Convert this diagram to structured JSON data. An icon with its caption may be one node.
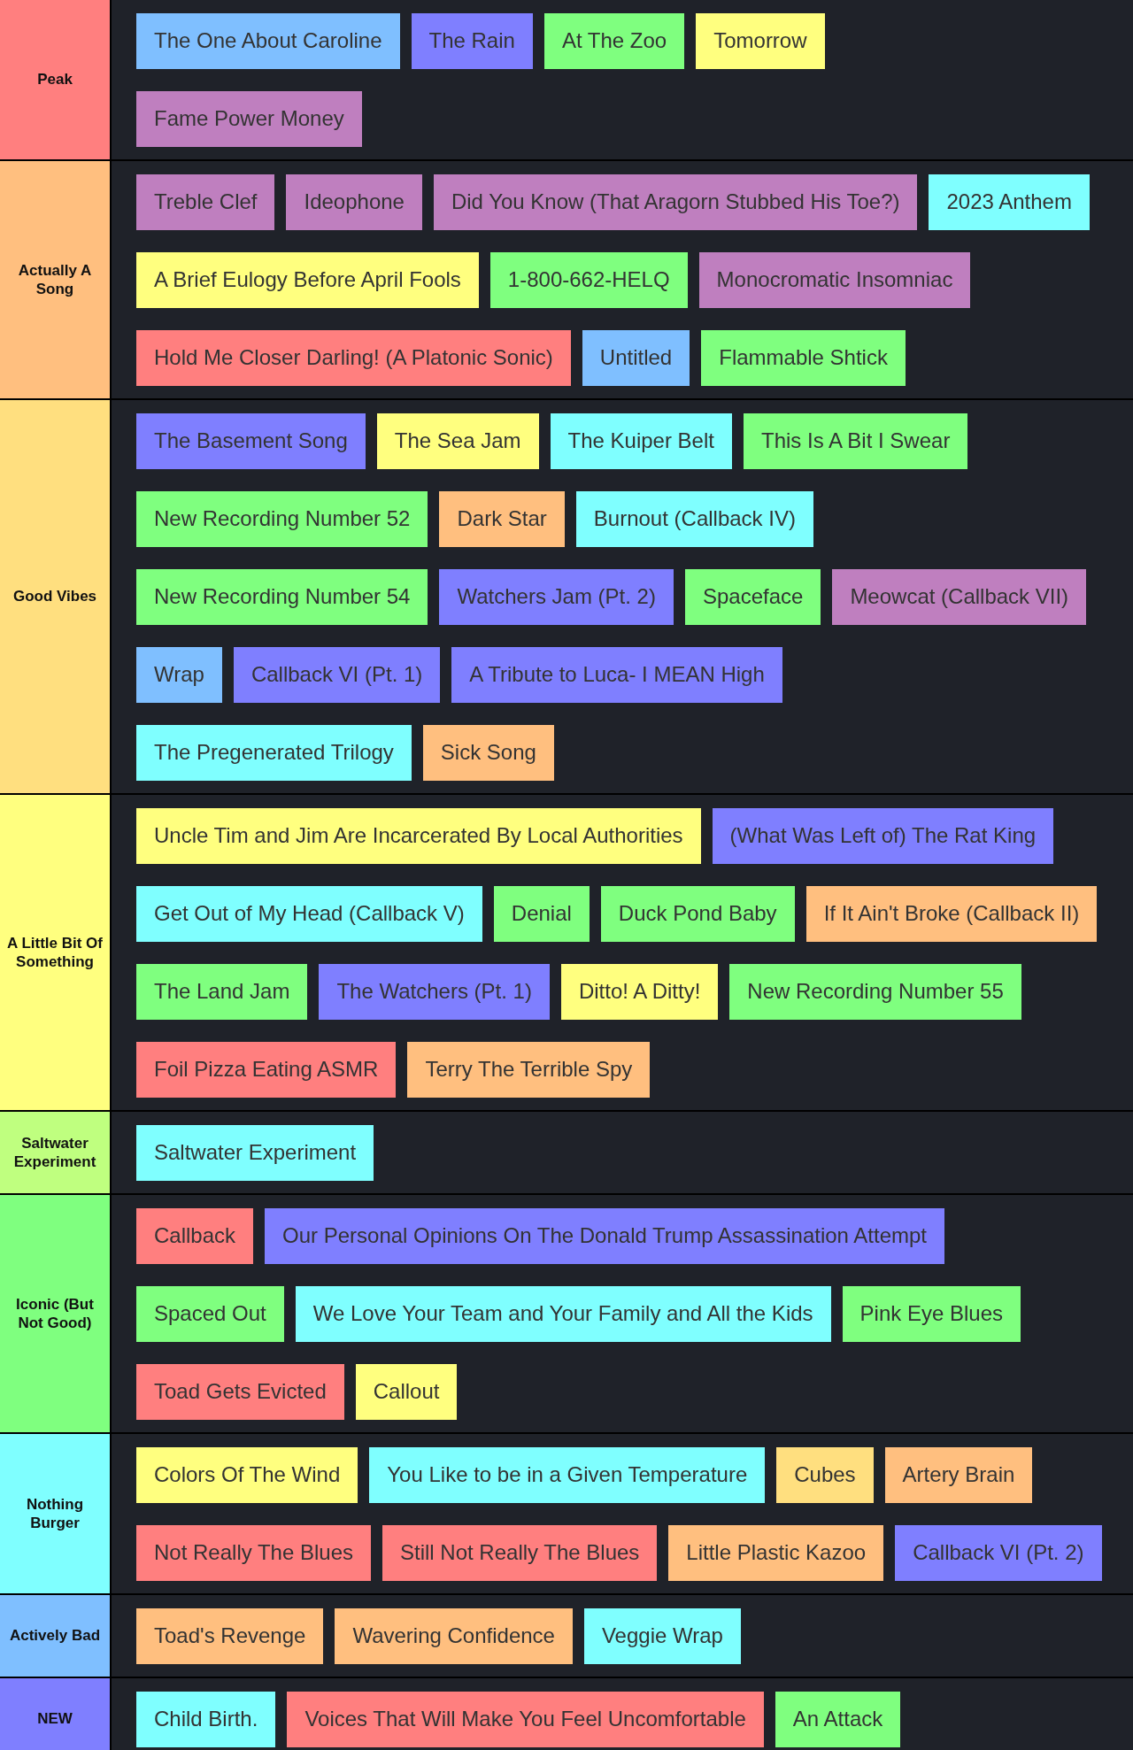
{
  "diagram": {
    "nodes": [
      {
        "text": [
          "Peak"
        ]
      },
      {
        "text": [
          "The One About Caroline"
        ]
      },
      {
        "text": [
          "The Rain"
        ]
      },
      {
        "text": [
          "At The Zoo"
        ]
      },
      {
        "text": [
          "Tomorrow"
        ]
      },
      {
        "text": [
          "Fame Power Money"
        ]
      },
      {
        "text": [
          "Actually A Song"
        ]
      },
      {
        "text": [
          "Treble Clef"
        ]
      },
      {
        "text": [
          "Ideophone"
        ]
      },
      {
        "text": [
          "Did You Know (That Aragorn Stubbed His Toe?)"
        ]
      },
      {
        "text": [
          "2023 Anthem"
        ]
      },
      {
        "text": [
          "A Brief Eulogy Before April Fools"
        ]
      },
      {
        "text": [
          "1-800-662-HELQ"
        ]
      },
      {
        "text": [
          "Monocromatic Insomniac"
        ]
      },
      {
        "text": [
          "Hold Me Closer Darling! (A Platonic Sonic)"
        ]
      },
      {
        "text": [
          "Untitled"
        ]
      },
      {
        "text": [
          "Flammable Shtick"
        ]
      },
      {
        "text": [
          "Good Vibes"
        ]
      },
      {
        "text": [
          "The Basement Song"
        ]
      },
      {
        "text": [
          "The Sea Jam"
        ]
      },
      {
        "text": [
          "The Kuiper Belt"
        ]
      },
      {
        "text": [
          "This Is A Bit I Swear"
        ]
      },
      {
        "text": [
          "New Recording Number 52"
        ]
      },
      {
        "text": [
          "Dark Star"
        ]
      },
      {
        "text": [
          "Burnout (Callback IV)"
        ]
      },
      {
        "text": [
          "New Recording Number 54"
        ]
      },
      {
        "text": [
          "Watchers Jam (Pt. 2)"
        ]
      },
      {
        "text": [
          "Spaceface"
        ]
      },
      {
        "text": [
          "Meowcat (Callback VII)"
        ]
      },
      {
        "text": [
          "Wrap"
        ]
      },
      {
        "text": [
          "Callback VI (Pt. 1)"
        ]
      },
      {
        "text": [
          "A Tribute to Luca- I MEAN High"
        ]
      },
      {
        "text": [
          "The Pregenerated Trilogy"
        ]
      },
      {
        "text": [
          "Sick Song"
        ]
      },
      {
        "text": [
          "A Little Bit Of Something"
        ]
      },
      {
        "text": [
          "Uncle Tim and Jim Are Incarcerated By Local Authorities"
        ]
      },
      {
        "text": [
          "(What Was Left of) The Rat King"
        ]
      },
      {
        "text": [
          "Get Out of My Head (Callback V)"
        ]
      },
      {
        "text": [
          "Denial"
        ]
      },
      {
        "text": [
          "Duck Pond Baby"
        ]
      },
      {
        "text": [
          "If It Ain't Broke (Callback II)"
        ]
      },
      {
        "text": [
          "The Land Jam"
        ]
      },
      {
        "text": [
          "The Watchers (Pt. 1)"
        ]
      },
      {
        "text": [
          "Ditto! A Ditty!"
        ]
      },
      {
        "text": [
          "New Recording Number 55"
        ]
      },
      {
        "text": [
          "Foil Pizza Eating ASMR"
        ]
      },
      {
        "text": [
          "Terry The Terrible Spy"
        ]
      },
      {
        "text": [
          "Saltwater Experiment"
        ]
      },
      {
        "text": [
          "Saltwater Experiment"
        ]
      },
      {
        "text": [
          "Iconic (But Not Good)"
        ]
      },
      {
        "text": [
          "Callback"
        ]
      },
      {
        "text": [
          "Our Personal Opinions On The Donald Trump Assassination Attempt"
        ]
      },
      {
        "text": [
          "Spaced Out"
        ]
      },
      {
        "text": [
          "We Love Your Team and Your Family and All the Kids"
        ]
      },
      {
        "text": [
          "Pink Eye Blues"
        ]
      },
      {
        "text": [
          "Toad Gets Evicted"
        ]
      },
      {
        "text": [
          "Callout"
        ]
      },
      {
        "text": [
          "Nothing Burger"
        ]
      },
      {
        "text": [
          "Colors Of The Wind"
        ]
      },
      {
        "text": [
          "You Like to be in a Given Temperature"
        ]
      },
      {
        "text": [
          "Cubes"
        ]
      },
      {
        "text": [
          "Artery Brain"
        ]
      },
      {
        "text": [
          "Not Really The Blues"
        ]
      },
      {
        "text": [
          "Still Not Really The Blues"
        ]
      },
      {
        "text": [
          "Little Plastic Kazoo"
        ]
      },
      {
        "text": [
          "Callback VI (Pt. 2)"
        ]
      },
      {
        "text": [
          "Actively Bad"
        ]
      },
      {
        "text": [
          "Toad's Revenge"
        ]
      },
      {
        "text": [
          "Wavering Confidence"
        ]
      },
      {
        "text": [
          "Veggie Wrap"
        ]
      },
      {
        "text": [
          "NEW"
        ]
      },
      {
        "text": [
          "Child Birth."
        ]
      },
      {
        "text": [
          "Voices That Will Make You Feel Uncomfortable"
        ]
      },
      {
        "text": [
          "An Attack"
        ]
      }
    ]
  }
}
